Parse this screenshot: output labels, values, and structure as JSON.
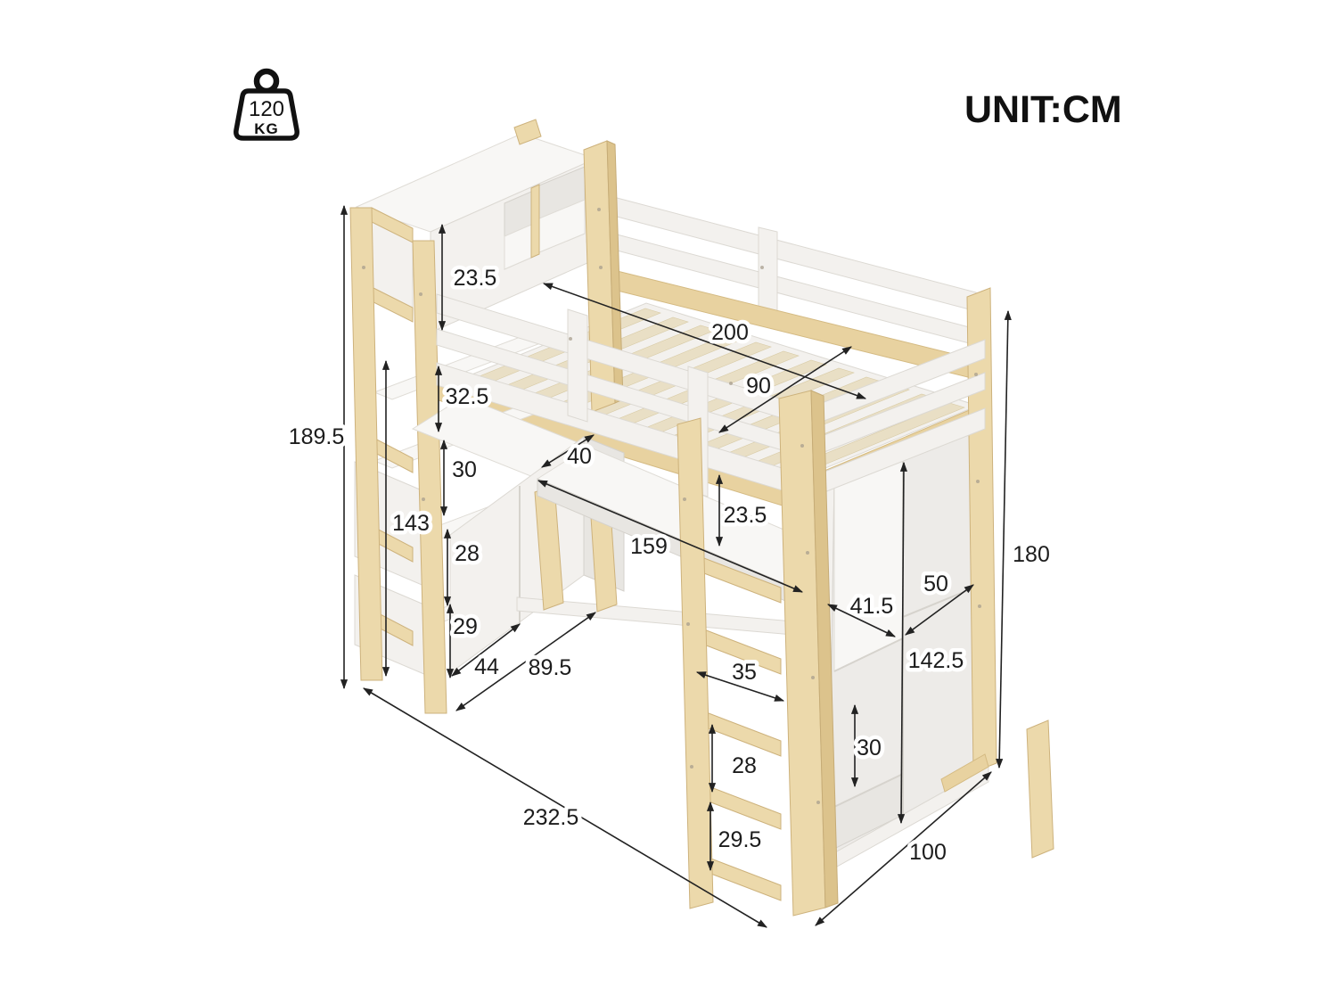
{
  "meta": {
    "unit_label": "UNIT:CM",
    "description": "Loft bed with desk, storage tower, ladder and wardrobe - dimension diagram"
  },
  "weight_capacity": {
    "value": "120",
    "unit": "KG"
  },
  "colors": {
    "background": "#ffffff",
    "wood": "#ecd9ab",
    "wood_shade": "#dcc38c",
    "panel_white": "#f3f1ee",
    "dimension_line": "#222222",
    "text": "#1c1c1c"
  },
  "dims": [
    {
      "key": "headboard-shelf-height",
      "label": "23.5"
    },
    {
      "key": "bed-length",
      "label": "200"
    },
    {
      "key": "bed-width",
      "label": "90"
    },
    {
      "key": "desk-depth",
      "label": "40"
    },
    {
      "key": "desk-length",
      "label": "159"
    },
    {
      "key": "under-rail-clearance",
      "label": "23.5"
    },
    {
      "key": "shelf-gap-1",
      "label": "32.5"
    },
    {
      "key": "shelf-gap-2",
      "label": "30"
    },
    {
      "key": "tower-lower-height",
      "label": "143"
    },
    {
      "key": "shelf-gap-3",
      "label": "28"
    },
    {
      "key": "shelf-gap-4",
      "label": "29"
    },
    {
      "key": "cabinet-section-width",
      "label": "44"
    },
    {
      "key": "cabinet-section-width-2",
      "label": "89.5"
    },
    {
      "key": "overall-height",
      "label": "189.5"
    },
    {
      "key": "overall-length",
      "label": "232.5"
    },
    {
      "key": "ladder-rung-width",
      "label": "35"
    },
    {
      "key": "rung-gap-1",
      "label": "28"
    },
    {
      "key": "rung-gap-2",
      "label": "29.5"
    },
    {
      "key": "wardrobe-depth-1",
      "label": "41.5"
    },
    {
      "key": "wardrobe-depth-2",
      "label": "50"
    },
    {
      "key": "wardrobe-height",
      "label": "142.5"
    },
    {
      "key": "wardrobe-shelf-height",
      "label": "30"
    },
    {
      "key": "frame-height",
      "label": "180"
    },
    {
      "key": "overall-depth",
      "label": "100"
    }
  ]
}
